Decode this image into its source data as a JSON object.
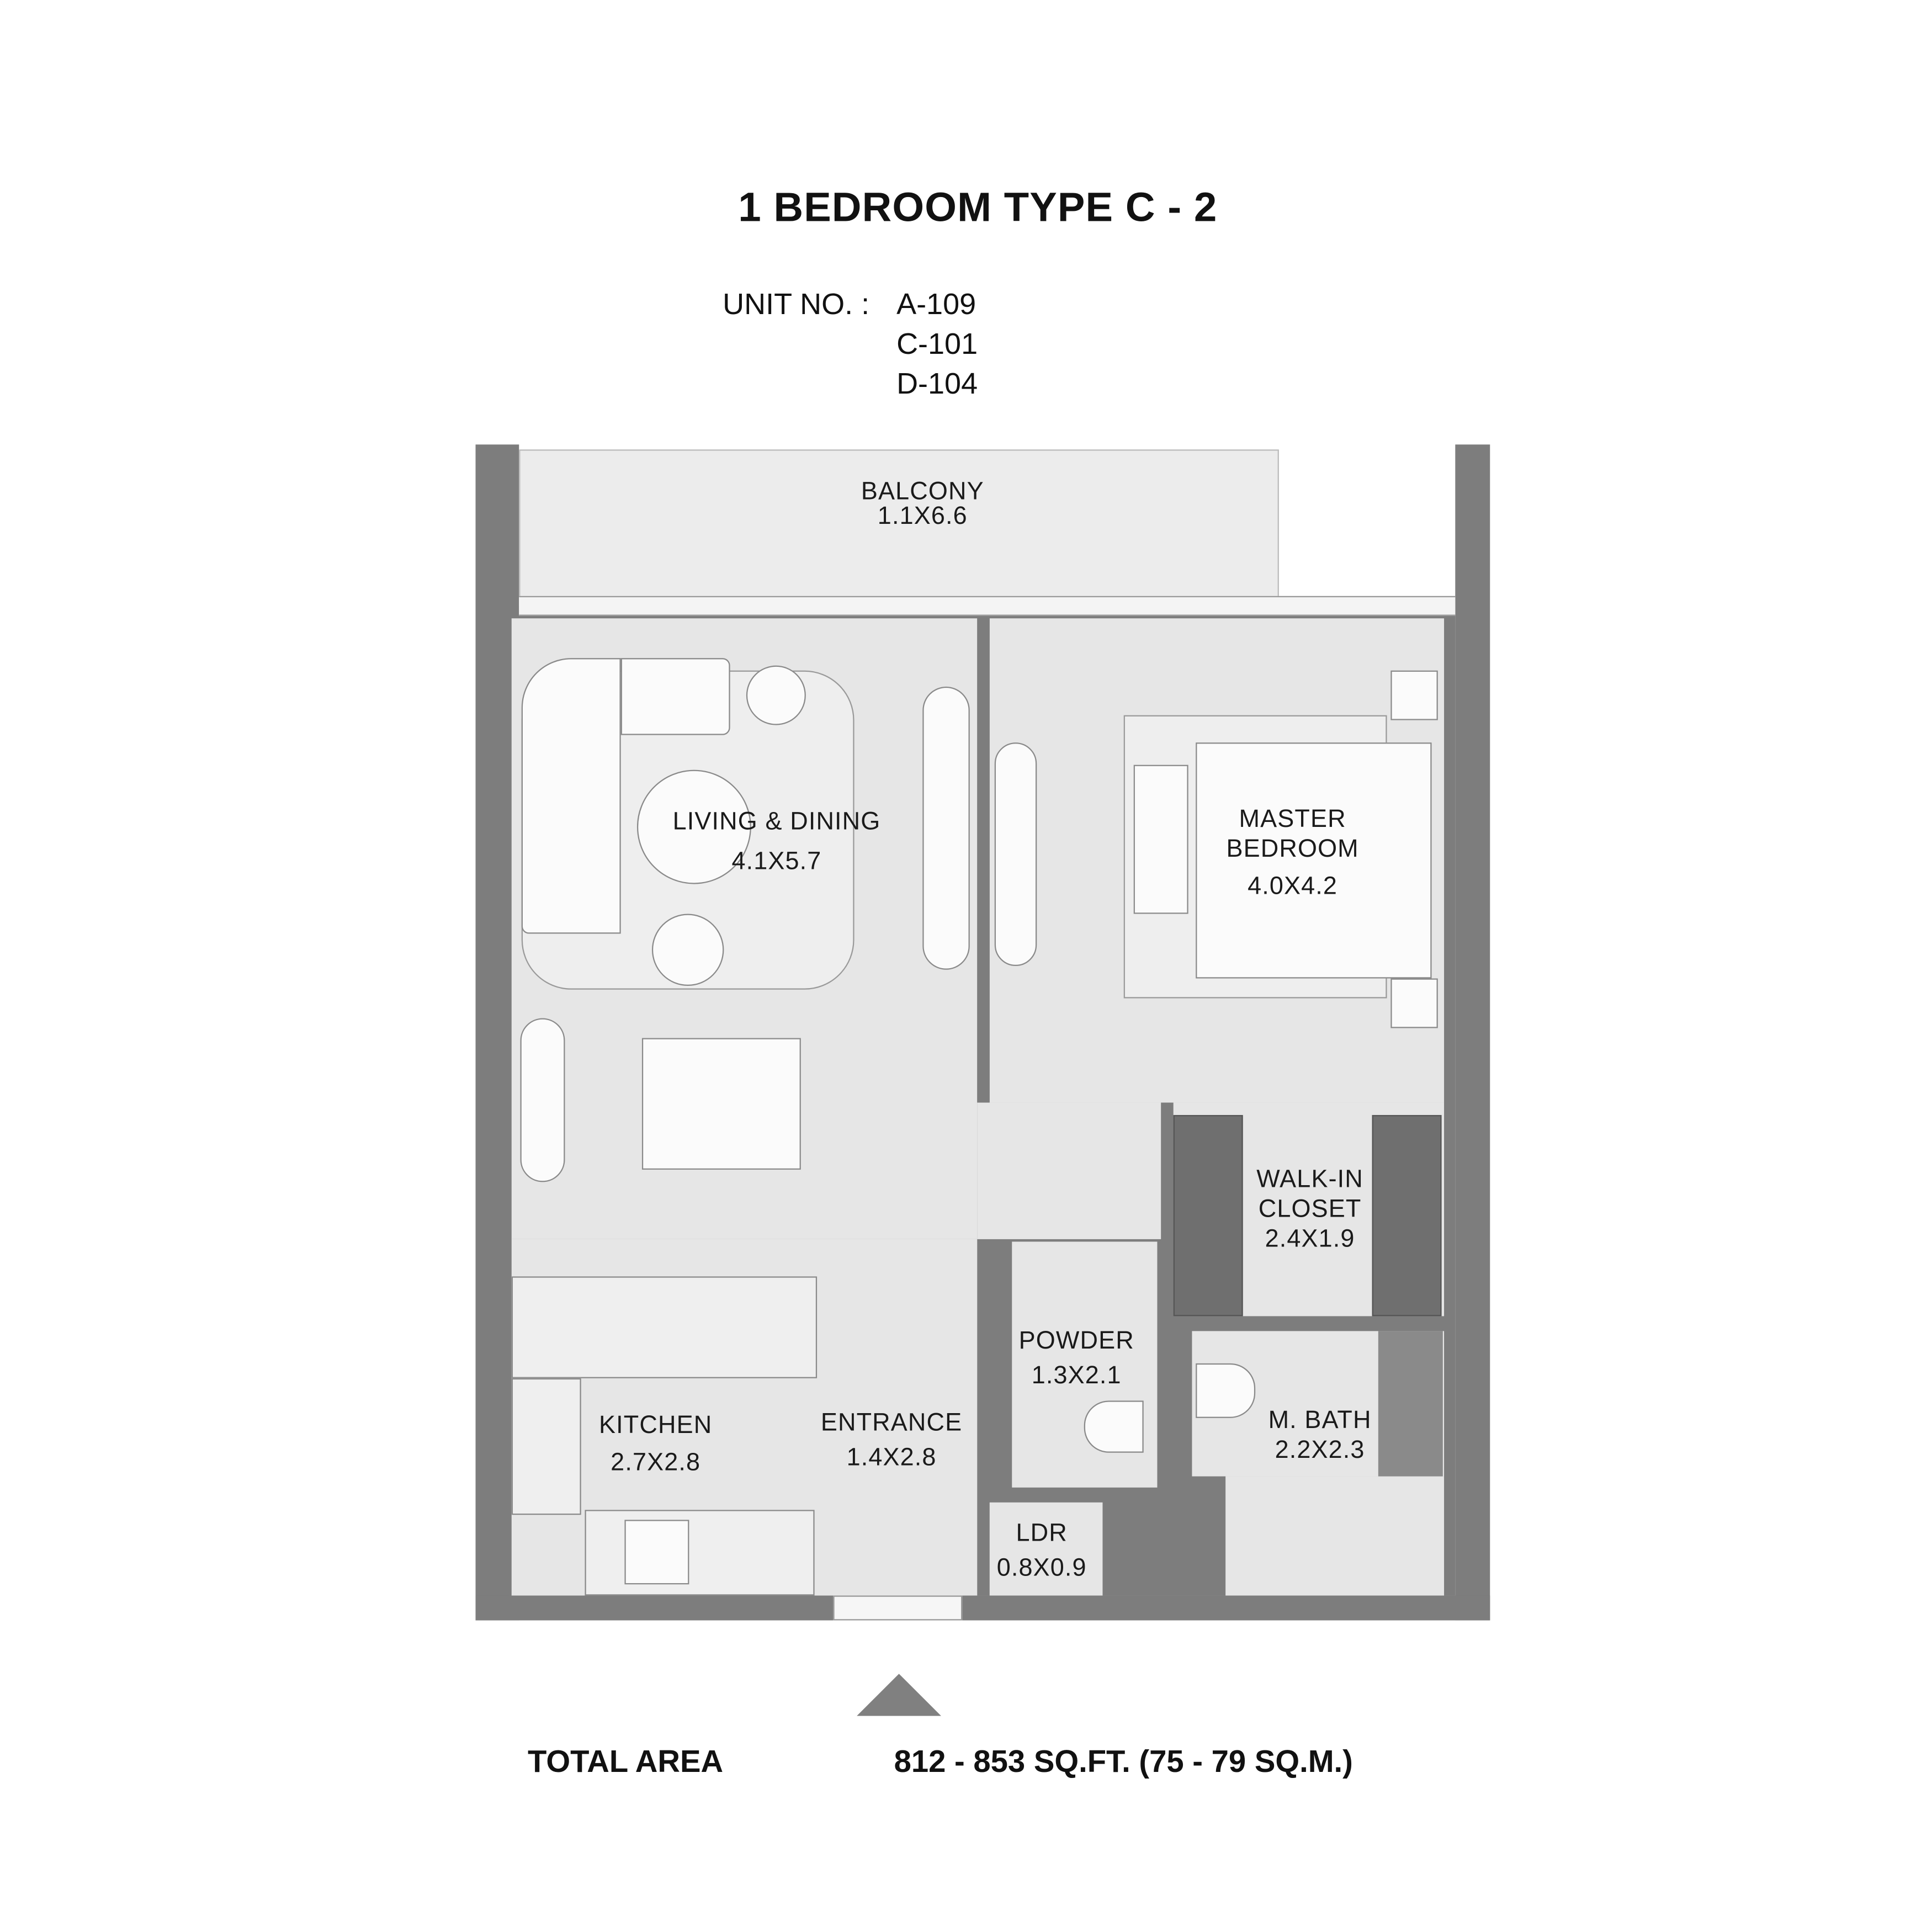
{
  "title": "1 BEDROOM TYPE C - 2",
  "unit_label": "UNIT NO. :",
  "units": [
    "A-109",
    "C-101",
    "D-104"
  ],
  "rooms": {
    "balcony": {
      "name": "BALCONY",
      "size": "1.1X6.6"
    },
    "living": {
      "name": "LIVING & DINING",
      "size": "4.1X5.7"
    },
    "master_bedroom": {
      "name_line1": "MASTER",
      "name_line2": "BEDROOM",
      "size": "4.0X4.2"
    },
    "walk_in_closet": {
      "name_line1": "WALK-IN",
      "name_line2": "CLOSET",
      "size": "2.4X1.9"
    },
    "powder": {
      "name": "POWDER",
      "size": "1.3X2.1"
    },
    "m_bath": {
      "name": "M. BATH",
      "size": "2.2X2.3"
    },
    "kitchen": {
      "name": "KITCHEN",
      "size": "2.7X2.8"
    },
    "entrance": {
      "name": "ENTRANCE",
      "size": "1.4X2.8"
    },
    "ldr": {
      "name": "LDR",
      "size": "0.8X0.9"
    }
  },
  "total_area": {
    "label": "TOTAL AREA",
    "value": "812 - 853 SQ.FT. (75 - 79 SQ.M.)"
  },
  "colors": {
    "wall": "#7d7d7d",
    "floor": "#e6e6e6",
    "north_arrow": "#808080"
  }
}
